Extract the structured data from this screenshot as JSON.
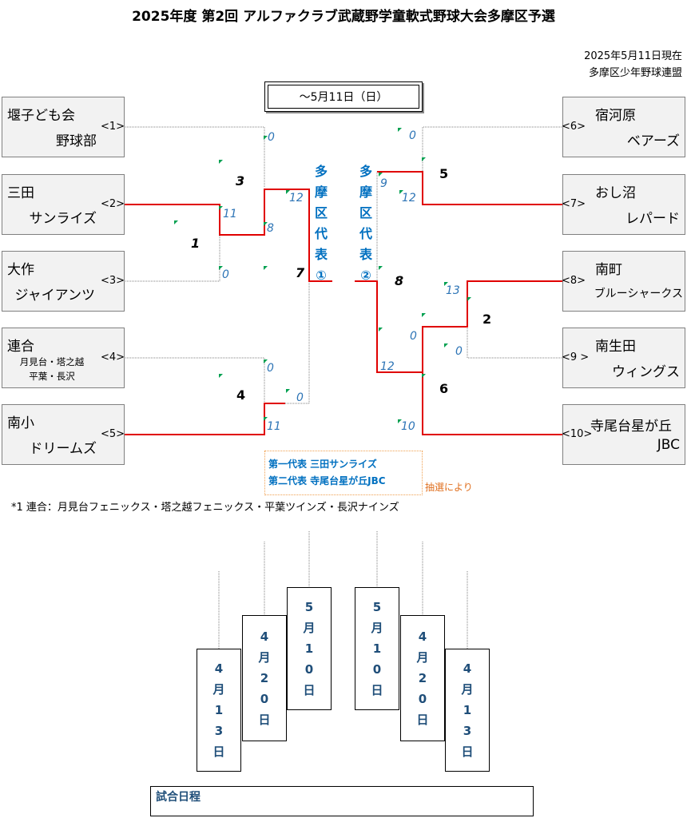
{
  "title": "2025年度 第2回 アルファクラブ武蔵野学童軟式野球大会多摩区予選",
  "as_of": {
    "date": "2025年5月11日現在",
    "org": "多摩区少年野球連盟"
  },
  "date_box": "～5月11日（日）",
  "teams_left": [
    {
      "l1": "堰子ども会",
      "l2": "野球部",
      "seed": "<1>"
    },
    {
      "l1": "三田",
      "l2": "サンライズ",
      "seed": "<2>"
    },
    {
      "l1": "大作",
      "l2": "ジャイアンツ",
      "seed": "<3>"
    },
    {
      "l1": "連合",
      "l2a": "月見台・塔之越",
      "l2b": "平葉・長沢",
      "seed": "<4>"
    },
    {
      "l1": "南小",
      "l2": "ドリームズ",
      "seed": "<5>"
    }
  ],
  "teams_right": [
    {
      "l1": "宿河原",
      "l2": "ベアーズ",
      "seed": "<6>"
    },
    {
      "l1": "おし沼",
      "l2": "レパード",
      "seed": "<7>"
    },
    {
      "l1": "南町",
      "l2": "ブルーシャークス",
      "seed": "<8>"
    },
    {
      "l1": "南生田",
      "l2": "ウィングス",
      "seed": "<9 >"
    },
    {
      "l1": "寺尾台星が丘",
      "l2": "JBC",
      "seed": "<10>"
    }
  ],
  "reps": [
    [
      "多",
      "摩",
      "区",
      "代",
      "表",
      "①"
    ],
    [
      "多",
      "摩",
      "区",
      "代",
      "表",
      "②"
    ]
  ],
  "scores": {
    "g1_top": "0",
    "g1_mid": "11",
    "g1_bot": "0",
    "g1_r8": "8",
    "g3_top": "12",
    "g4_top": "0",
    "g4_bot": "11",
    "g4_semi": "0",
    "g5_top": "0",
    "g5_bot": "12",
    "g5_semi": "9",
    "g2_top": "13",
    "g2_bot": "0",
    "g6_top": "0",
    "g6_bot": "10",
    "g6_semi": "12"
  },
  "match_numbers": {
    "m1": "1",
    "m2": "2",
    "m3": "3",
    "m4": "4",
    "m5": "5",
    "m6": "6",
    "m7": "7",
    "m8": "8"
  },
  "winners": {
    "first": "第一代表 三田サンライズ",
    "second": "第二代表 寺尾台星が丘JBC",
    "lottery": "抽選により"
  },
  "note": "*1  連合：月見台フェニックス・塔之越フェニックス・平葉ツインズ・長沢ナインズ",
  "schedule": [
    [
      "4",
      "月",
      "1",
      "3",
      "日"
    ],
    [
      "4",
      "月",
      "2",
      "0",
      "日"
    ],
    [
      "5",
      "月",
      "1",
      "0",
      "日"
    ],
    [
      "5",
      "月",
      "1",
      "0",
      "日"
    ],
    [
      "4",
      "月",
      "2",
      "0",
      "日"
    ],
    [
      "4",
      "月",
      "1",
      "3",
      "日"
    ]
  ],
  "schedule_title": "試合日程",
  "colors": {
    "winner_line": "#e00000",
    "loser_line": "#808080",
    "score": "#2e75b6",
    "rep": "#0070c0",
    "marker": "#00a050"
  }
}
